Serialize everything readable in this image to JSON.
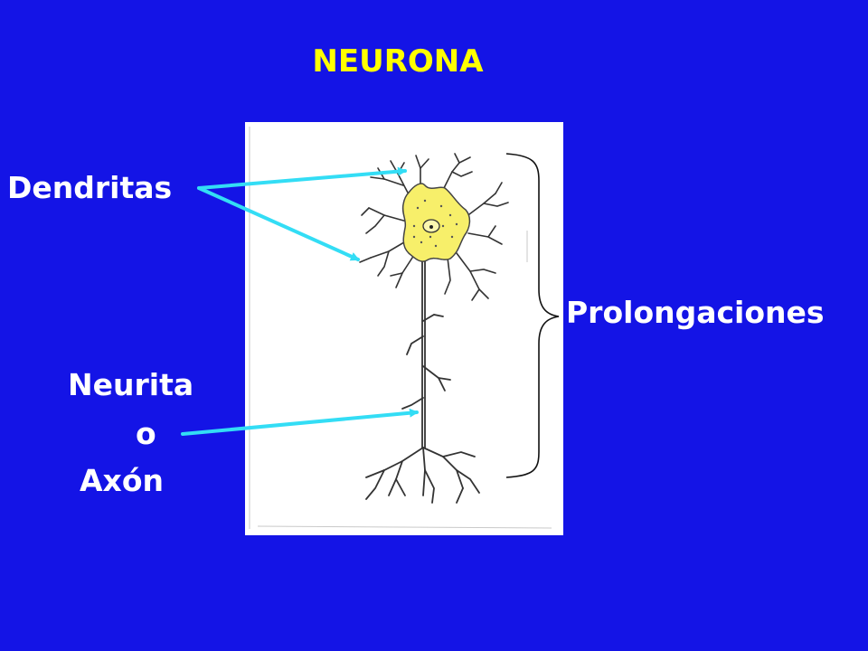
{
  "title": "NEURONA",
  "labels": {
    "dendritas": "Dendritas",
    "prolongaciones": "Prolongaciones",
    "neurita": "Neurita",
    "o": "o",
    "axon": "Axón"
  },
  "colors": {
    "background": "#1414e6",
    "title": "#ffff00",
    "label": "#ffffff",
    "arrow": "#33ddf5",
    "soma": "#f7ef6a"
  }
}
